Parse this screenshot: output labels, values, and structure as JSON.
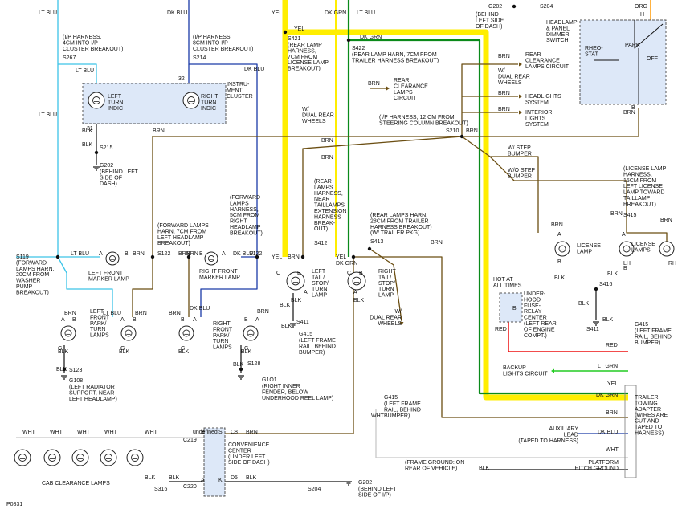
{
  "colors": {
    "brn": "#6b4e12",
    "ltblu": "#3cc4e8",
    "dkblu": "#1a3aa8",
    "yel": "#ffee00",
    "dkgrn": "#0a8a1a",
    "ltgrn": "#22cc22",
    "org": "#ff9900",
    "red": "#ee1111",
    "wht": "#c8c8c8",
    "blk": "#111111"
  },
  "wires": {
    "lt_blu": "LT BLU",
    "dk_blu": "DK BLU",
    "yel": "YEL",
    "dk_grn": "DK GRN",
    "org": "ORG",
    "brn": "BRN",
    "blk": "BLK",
    "wht": "WHT",
    "red": "RED",
    "lt_grn": "LT GRN"
  },
  "labels": {
    "g202_top": "G202",
    "s204_top": "S204",
    "g202_top_note": "(BEHIND\nLEFT SIDE\nOF DASH)",
    "headlamp_switch": "HEADLAMP\n& PANEL\nDIMMER\nSWITCH",
    "rheostat": "RHEO-\nSTAT",
    "park": "PARK",
    "off": "OFF",
    "h_pin": "H",
    "b_pin": "B",
    "s267_note": "(I/P HARNESS,\n4CM INTO I/P\nCLUSTER BREAKOUT)",
    "s267": "S267",
    "s214_note": "(I/P HARNESS,\n8CM INTO I/P\nCLUSTER BREAKOUT)",
    "s214": "S214",
    "s421": "S421",
    "s421_note": "(REAR LAMP\nHARNESS,\n7CM FROM\nLICENSE LAMP\nBREAKOUT)",
    "s422": "S422",
    "s422_note": "(REAR LAMP HARN, 7CM FROM\nTRAILER HARNESS BREAKOUT)",
    "rear_clearance_1": "REAR\nCLEARANCE\nLAMPS CIRCUIT",
    "rear_clearance_2": "REAR\nCLEARANCE\nLAMPS\nCIRCUIT",
    "w_dual_rear_wheels_1": "W/\nDUAL REAR\nWHEELS",
    "w_dual_rear_wheels_2": "W/\nDUAL REAR\nWHEELS",
    "w_dual_rear_wheels_3": "W/\nDUAL REAR\nWHEELS",
    "headlights_system": "HEADLIGHTS\nSYSTEM",
    "interior_lights": "INTERIOR\nLIGHTS\nSYSTEM",
    "s210_note": "(I/P HARNESS, 12 CM FROM\nSTEERING COLUMN BREAKOUT)",
    "s210": "S210",
    "instrument_cluster": "INSTRU-\nMENT\nCLUSTER",
    "left_turn_indic": "LEFT\nTURN\nINDIC",
    "right_turn_indic": "RIGHT\nTURN\nINDIC",
    "pin_32": "32",
    "pin_31": "31",
    "s215": "S215",
    "g202_left": "G202",
    "g202_left_note": "(BEHIND LEFT\nSIDE OF\nDASH)",
    "w_step_bumper": "W/ STEP\nBUMPER",
    "wo_step_bumper": "W/O STEP\nBUMPER",
    "s415_note": "(LICENSE LAMP\nHARNESS,\n15CM FROM\nLEFT LICENSE\nLAMP TOWARD\nTAILLAMP\nBREAKOUT)",
    "s415": "S415",
    "license_lamp_1": "LICENSE\nLAMP",
    "license_lamps": "LICENSE\nLAMPS",
    "lh": "LH",
    "rh": "RH",
    "s416": "S416",
    "s411_right": "S411",
    "g415_right": "G415",
    "g415_right_note": "(LEFT FRAME\nRAIL, BEHIND\nBUMPER)",
    "hot_at_all_times": "HOT AT\nALL TIMES",
    "fuse_center": "UNDER-\nHOOD\nFUSE-\nRELAY\nCENTER\n(LEFT REAR\nOF ENGINE\nCOMPT.)",
    "backup_lamps": "BACKUP\nLIGHTS CIRCUIT",
    "trailer_adapter": "TRAILER\nTOWING\nADAPTER\n(WIRES ARE\nCUT AND\nTAPED TO\nHARNESS)",
    "aux_lead": "AUXILIARY\nLEAD\n(TAPED TO HARNESS)",
    "platform_hitch": "PLATFORM\nHITCH GROUND",
    "frame_ground": "(FRAME GROUND: ON\nREAR OF VEHICLE)",
    "s119_note": "S119\n(FORWARD\nLAMPS HARN,\n20CM FROM\nWASHER\nPUMP\nBREAKOUT)",
    "left_front_marker": "LEFT FRONT\nMARKER LAMP",
    "s122_left_note": "(FORWARD LAMPS\nHARN, 7CM FROM\nLEFT HEADLAMP\nBREAKOUT)",
    "s122_left": "S122",
    "s122_right_note": "(FORWARD\nLAMPS\nHARNESS,\n5CM FROM\nRIGHT\nHEADLAMP\nBREAKOUT)",
    "s122_right": "S122",
    "right_front_marker": "RIGHT FRONT\nMARKER LAMP",
    "left_front_park": "LEFT\nFRONT\nPARK/\nTURN\nLAMPS",
    "right_front_park": "RIGHT\nFRONT\nPARK/\nTURN\nLAMPS",
    "s123": "S123",
    "g108": "G108",
    "g108_note": "(LEFT RADIATOR\nSUPPORT, NEAR\nLEFT HEADLAMP)",
    "s128": "S128",
    "g101": "G1O1",
    "g101_note": "(RIGHT INNER\nFENDER, BELOW\nUNDERHOOD REEL LAMP)",
    "rear_lamps_harness_note": "(REAR\nLAMPS\nHARNESS,\nNEAR\nTAILLAMPS\nEXTENSION\nHARNESS\nBREAK-\nOUT)",
    "s412": "S412",
    "s413_note": "(REAR LAMPS HARN,\n28CM FROM TRAILER\nHARNESS BREAKOUT)\n(W/ TRAILER PKG)",
    "s413": "S413",
    "left_tail": "LEFT\nTAIL/\nSTOP/\nTURN\nLAMP",
    "right_tail": "RIGHT\nTAIL/\nSTOP/\nTURN\nLAMP",
    "s411_left": "S411",
    "g415_left": "G415",
    "g415_left_note": "(LEFT FRAME\nRAIL, BEHIND\nBUMPER)",
    "g415_bottom": "G415",
    "g415_bottom_note": "(LEFT FRAME\nRAIL, BEHIND\nBUMPER)",
    "convenience_center": "CONVENIENCE\nCENTER\n(UNDER LEFT\nSIDE OF DASH)",
    "c219": "C219",
    "c220": "C220",
    "c8": "C8",
    "d5": "D5",
    "s316": "S316",
    "s204_bottom": "S204",
    "g202_bottom": "G202",
    "g202_bottom_note": "(BEHIND LEFT\nSIDE OF I/P)",
    "cab_clearance": "CAB CLEARANCE LAMPS",
    "pin_a": "A",
    "pin_b": "B",
    "pin_c": "C",
    "pin_g": "G",
    "pin_k": "K",
    "pin_s": "S",
    "page_ref": "P0831"
  }
}
